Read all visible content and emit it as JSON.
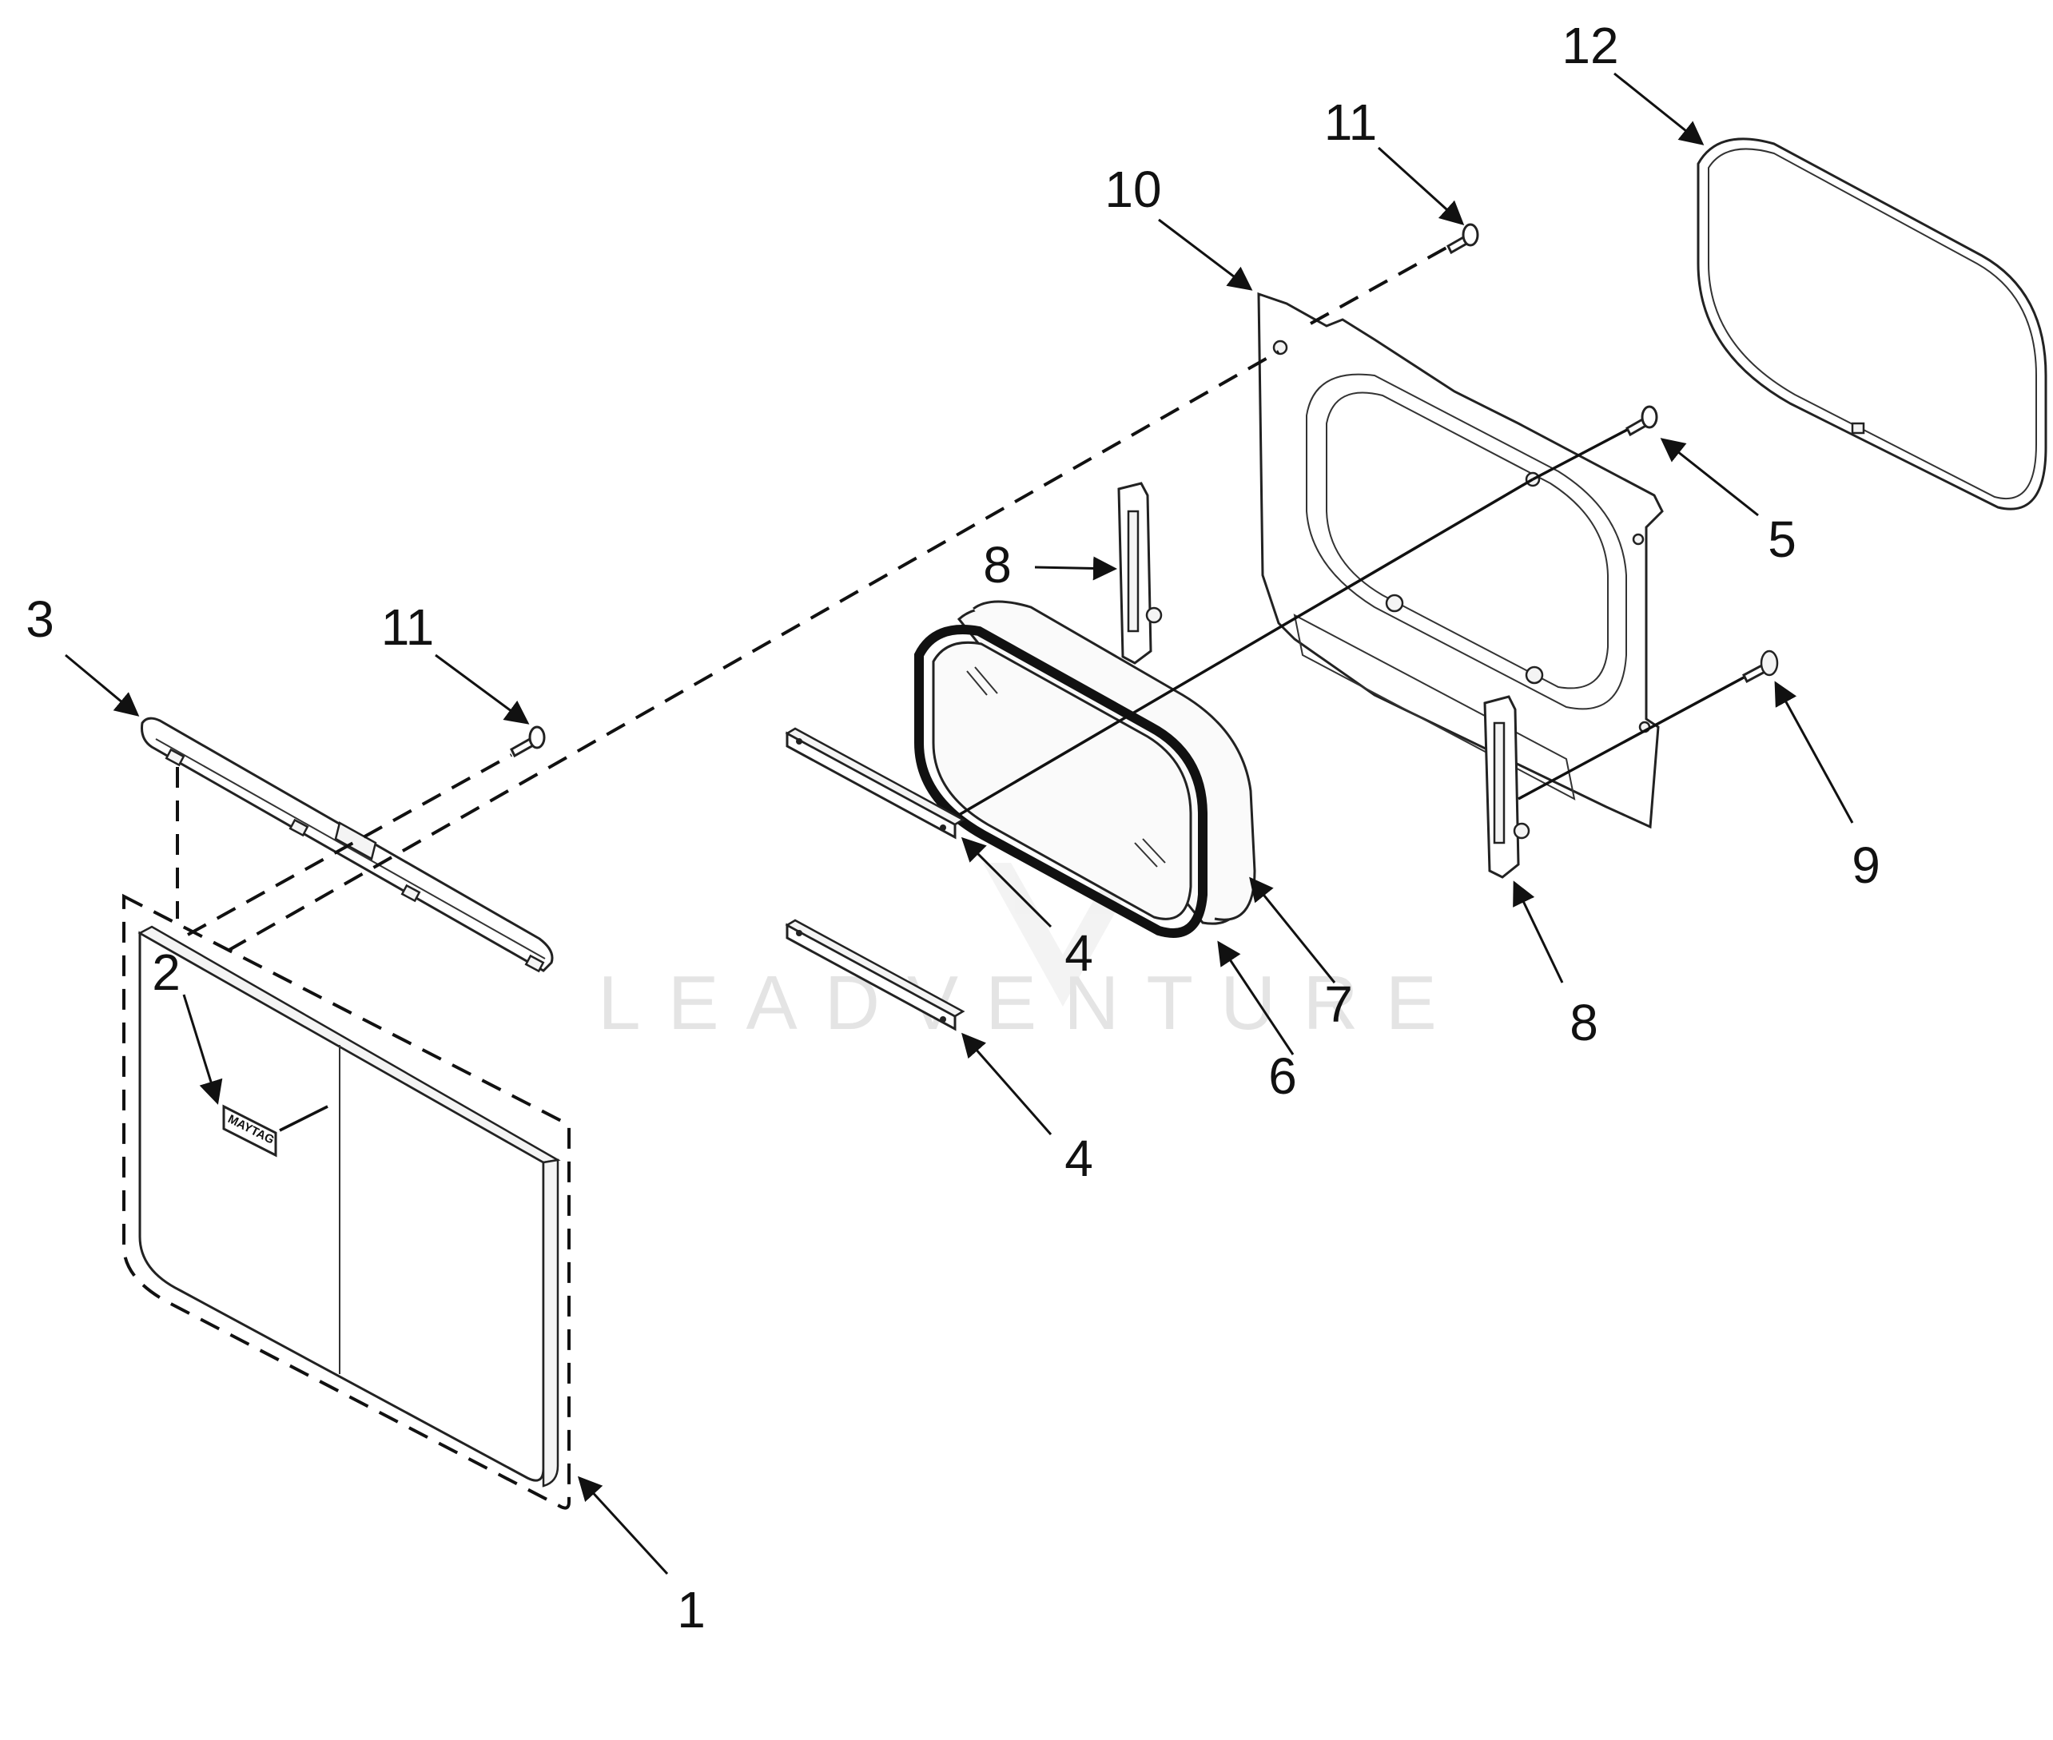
{
  "watermark": {
    "text": "LEADVENTURE",
    "logo_icon": "leadventure-flame-logo"
  },
  "badge_text": "MAYTAG",
  "callouts": [
    {
      "id": "1",
      "text": "1"
    },
    {
      "id": "2",
      "text": "2"
    },
    {
      "id": "3",
      "text": "3"
    },
    {
      "id": "4a",
      "text": "4"
    },
    {
      "id": "4b",
      "text": "4"
    },
    {
      "id": "5",
      "text": "5"
    },
    {
      "id": "6",
      "text": "6"
    },
    {
      "id": "7",
      "text": "7"
    },
    {
      "id": "8a",
      "text": "8"
    },
    {
      "id": "8b",
      "text": "8"
    },
    {
      "id": "9",
      "text": "9"
    },
    {
      "id": "10",
      "text": "10"
    },
    {
      "id": "11a",
      "text": "11"
    },
    {
      "id": "11b",
      "text": "11"
    },
    {
      "id": "12",
      "text": "12"
    }
  ]
}
